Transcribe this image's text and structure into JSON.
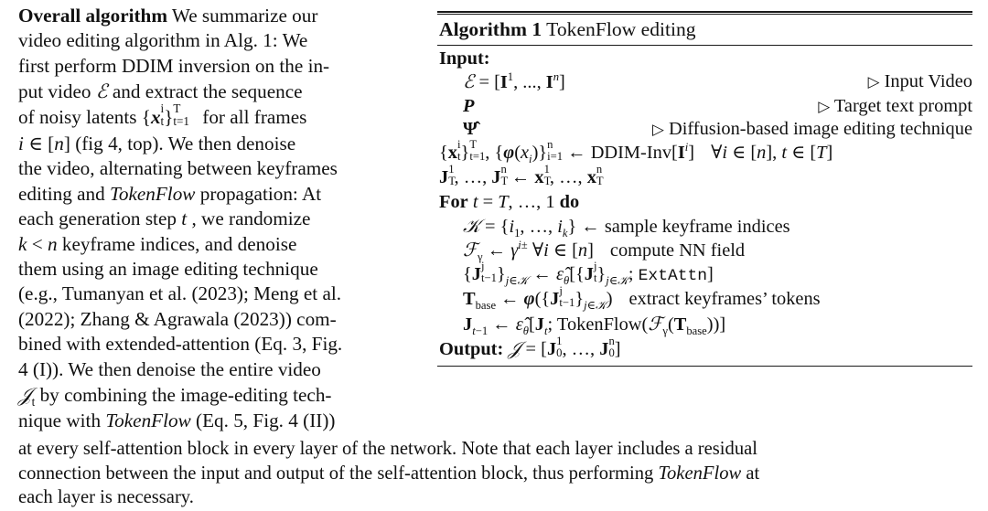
{
  "document": {
    "type": "academic-paper-excerpt",
    "background_color": "#ffffff",
    "text_color": "#111111"
  },
  "prose": {
    "heading": "Overall algorithm",
    "lines": [
      [
        {
          "t": "Overall algorithm",
          "s": "bold"
        },
        {
          "t": "We summarize our",
          "s": "normal"
        }
      ],
      [
        {
          "t": "video editing algorithm in Alg. 1:",
          "s": "normal"
        },
        {
          "t": "We",
          "s": "normal"
        }
      ],
      [
        {
          "t": "first perform DDIM inversion on the in-",
          "s": "normal"
        }
      ],
      [
        {
          "t": "put video",
          "s": "normal"
        },
        {
          "t": "I",
          "s": "math"
        },
        {
          "t": "and extract the sequence",
          "s": "normal"
        }
      ],
      [
        {
          "t": "of noisy latents",
          "s": "normal"
        },
        {
          "t": "{x_t^i}_{t=1}^T",
          "s": "math"
        },
        {
          "t": "for all frames",
          "s": "normal"
        }
      ],
      [
        {
          "t": "i ∈ [n] (fig 4, top).",
          "s": "math"
        },
        {
          "t": "We then denoise",
          "s": "normal"
        }
      ],
      [
        {
          "t": "the video, alternating between keyframes",
          "s": "normal"
        }
      ],
      [
        {
          "t": "editing and",
          "s": "normal"
        },
        {
          "t": "TokenFlow",
          "s": "italic"
        },
        {
          "t": "propagation:",
          "s": "normal"
        },
        {
          "t": "At",
          "s": "normal"
        }
      ],
      [
        {
          "t": "each generation step",
          "s": "normal"
        },
        {
          "t": "t",
          "s": "math"
        },
        {
          "t": ", we randomize",
          "s": "normal"
        }
      ],
      [
        {
          "t": "k < n",
          "s": "math"
        },
        {
          "t": "keyframe indices, and denoise",
          "s": "normal"
        }
      ],
      [
        {
          "t": "them using an image editing technique",
          "s": "normal"
        }
      ],
      [
        {
          "t": "(e.g., Tumanyan et al. (2023); Meng et al.",
          "s": "normal"
        }
      ],
      [
        {
          "t": "(2022); Zhang & Agrawala (2023)) com-",
          "s": "normal"
        }
      ],
      [
        {
          "t": "bined with extended-attention (Eq. 3, Fig.",
          "s": "normal"
        }
      ],
      [
        {
          "t": "4 (I)). We then denoise the entire video",
          "s": "normal"
        }
      ],
      [
        {
          "t": "J_t",
          "s": "math"
        },
        {
          "t": "by combining the image-editing tech-",
          "s": "normal"
        }
      ],
      [
        {
          "t": "nique with",
          "s": "normal"
        },
        {
          "t": "TokenFlow",
          "s": "italic"
        },
        {
          "t": "(Eq. 5, Fig. 4 (II))",
          "s": "normal"
        }
      ]
    ],
    "line_texts": [
      "Overall algorithm  We summarize our",
      "video editing algorithm in Alg. 1:  We",
      "first perform DDIM inversion on the in-",
      "put video I and extract the sequence",
      "of noisy latents {x_t^i}_{t=1}^T for all frames",
      "i ∈ [n] (fig 4, top).  We then denoise",
      "the video, alternating between keyframes",
      "editing and TokenFlow propagation:  At",
      "each generation step t, we randomize",
      "k < n keyframe indices, and denoise",
      "them using an image editing technique",
      "(e.g., Tumanyan et al. (2023); Meng et al.",
      "(2022); Zhang & Agrawala (2023)) com-",
      "bined with extended-attention (Eq. 3, Fig.",
      "4 (I)). We then denoise the entire video",
      "J_t by combining the image-editing tech-",
      "nique with TokenFlow (Eq. 5, Fig. 4 (II))"
    ],
    "segments": {
      "l1_bold": "Overall algorithm",
      "l1_rest": "We summarize our",
      "l2_a": "video editing algorithm in Alg. 1:",
      "l2_b": "We",
      "l3": "first perform DDIM inversion on the in-",
      "l4_a": "put video",
      "l4_b": "and extract the sequence",
      "l5_a": "of noisy latents",
      "l5_b": "for all frames",
      "l6_b": "(fig 4, top).",
      "l6_c": "We then denoise",
      "l7": "the video, alternating between keyframes",
      "l8_a": "editing and",
      "l8_it": "TokenFlow",
      "l8_b": "propagation:",
      "l8_c": "At",
      "l9_a": "each generation step",
      "l9_b": ", we randomize",
      "l10_b": "keyframe indices, and denoise",
      "l11": "them using an image editing technique",
      "l12": "(e.g., Tumanyan et al. (2023); Meng et al.",
      "l13": "(2022); Zhang & Agrawala (2023)) com-",
      "l14": "bined with extended-attention (Eq. 3, Fig.",
      "l15": "4 (I)). We then denoise the entire video",
      "l16_b": "by combining the image-editing tech-",
      "l17_a": "nique with",
      "l17_it": "TokenFlow",
      "l17_b": "(Eq. 5, Fig. 4 (II))"
    }
  },
  "algorithm": {
    "number_label": "Algorithm 1",
    "title": "TokenFlow editing",
    "input_label": "Input:",
    "output_label": "Output:",
    "for_keyword_a": "For",
    "for_keyword_b": "do",
    "comment_marker": "▹",
    "comments": {
      "input_video": "Input Video",
      "target_prompt": "Target text prompt",
      "diffusion_technique": "Diffusion-based image editing technique"
    },
    "inline_comments": {
      "sample_keyframes": "sample keyframe indices",
      "compute_nn_field": "compute NN field",
      "extract_tokens": "extract keyframes’ tokens"
    },
    "tokens": {
      "ddim_inv": "DDIM-Inv",
      "ext_attn": "ExtAttn",
      "tokenflow_fn": "TokenFlow",
      "T_base": "T",
      "base_sub": "base",
      "forall": "∀",
      "in": "∈",
      "arrow": "←",
      "equals": "=",
      "plusminus": "±",
      "epsilon_hat": "ϵ̂",
      "theta": "θ",
      "phi": "ϕ",
      "gamma": "γ",
      "psi_hat": "Ψ̂",
      "cal_I": "ℐ",
      "cal_J": "ℐ",
      "cal_K": "𝒦",
      "cal_F": "ℱ"
    },
    "lines": [
      "I = [I^1, ..., I^n]",
      "P",
      "Ψ̂",
      "{x_t^i}_{t=1}^T, {ϕ(x_i)}_{i=1}^n ← DDIM-Inv[I^i]  ∀i ∈ [n], t ∈ [T]",
      "J_T^1, ..., J_T^n ← x_T^1, ..., x_T^n",
      "For t = T, ..., 1 do",
      "K = {i_1, ..., i_k} ← sample keyframe indices",
      "F_γ ← γ^{i±} ∀i ∈ [n]  compute NN field",
      "{J_{t-1}^j}_{j∈K} ← ϵ̂_θ[{J_t^j}_{j∈K}; ExtAttn]",
      "T_base ← ϕ({J_{t-1}^j}_{j∈K})  extract keyframes’ tokens",
      "J_{t-1} ← ϵ̂_θ[J_t; TokenFlow(F_γ(T_base))]",
      "Output: J = [J_0^1, ..., J_0^n]"
    ]
  },
  "bottom_paragraph": {
    "lines": [
      "at every self-attention block in every layer of the network.  Note that each layer includes a residual",
      "connection between the input and output of the self-attention block, thus performing TokenFlow at",
      "each layer is necessary."
    ],
    "segments": {
      "b1": "at every self-attention block in every layer of the network.",
      "b1b": "Note that each layer includes a residual",
      "b2a": "connection between the input and output of the self-attention block, thus performing",
      "b2it": "TokenFlow",
      "b2b": "at",
      "b3": "each layer is necessary."
    }
  }
}
